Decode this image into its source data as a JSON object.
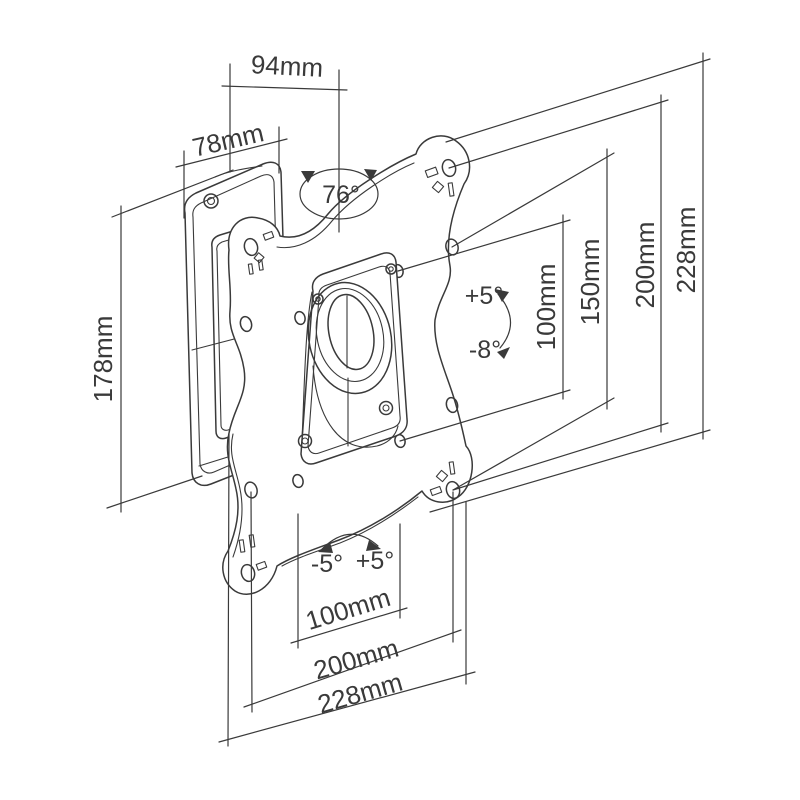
{
  "figure": {
    "kind": "technical line drawing",
    "subject": "tilt and swivel TV wall mount bracket with dimension annotations",
    "background_color": "#ffffff",
    "line_color": "#3a3a3a"
  },
  "labels": {
    "arm_depth": "94mm",
    "wall_plate_width": "78mm",
    "swivel_range": "76°",
    "wall_plate_height": "178mm",
    "tilt_up": "+5°",
    "tilt_down": "-8°",
    "vesa_vertical": "100mm",
    "holes_vertical": "150mm",
    "plate_vertical_200": "200mm",
    "plate_height_228": "228mm",
    "swivel_left": "-5°",
    "swivel_right": "+5°",
    "vesa_horizontal": "100mm",
    "plate_horizontal_200": "200mm",
    "plate_width_228": "228mm"
  }
}
